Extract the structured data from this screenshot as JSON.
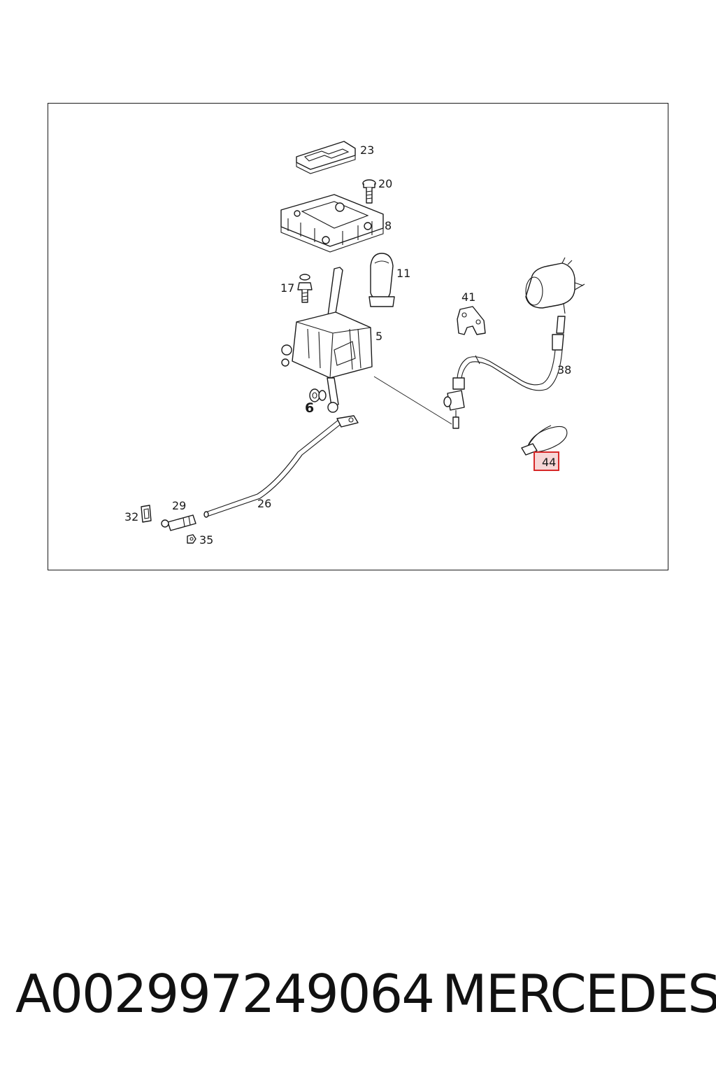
{
  "diagram": {
    "callouts": {
      "c23": "23",
      "c20": "20",
      "c8": "8",
      "c11": "11",
      "c17": "17",
      "c5": "5",
      "c41": "41",
      "c38": "38",
      "c6": "6",
      "c44": "44",
      "c26": "26",
      "c29": "29",
      "c32": "32",
      "c35": "35"
    },
    "highlighted_part": "44",
    "highlight_color": "#d62828"
  },
  "footer": {
    "part_number": "A002997249064",
    "brand": "MERCEDES"
  }
}
